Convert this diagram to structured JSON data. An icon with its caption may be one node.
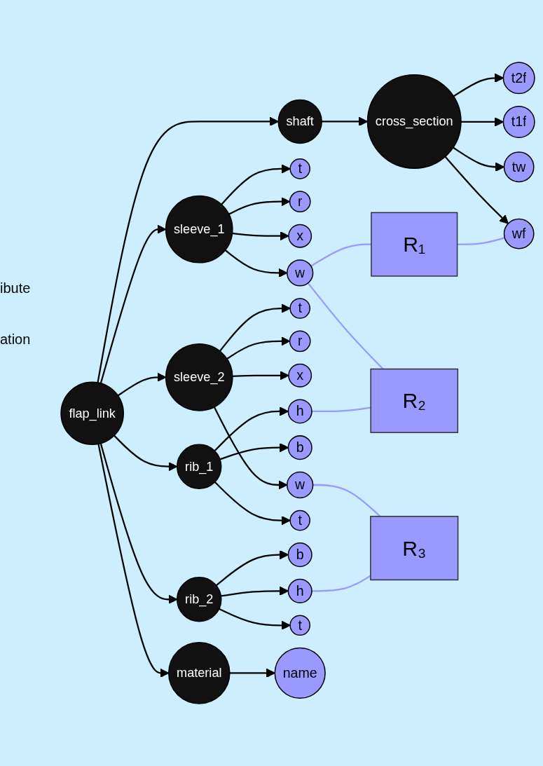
{
  "diagram": {
    "nodes": [
      {
        "text": [
          "flap_link"
        ]
      },
      {
        "text": [
          "sleeve_1"
        ]
      },
      {
        "text": [
          "w"
        ]
      },
      {
        "text": [
          "t"
        ]
      },
      {
        "text": [
          "r"
        ]
      },
      {
        "text": [
          "x"
        ]
      },
      {
        "text": [
          "sleeve_2"
        ]
      },
      {
        "text": [
          "w"
        ]
      },
      {
        "text": [
          "t"
        ]
      },
      {
        "text": [
          "r"
        ]
      },
      {
        "text": [
          "x"
        ]
      },
      {
        "text": [
          "shaft"
        ]
      },
      {
        "text": [
          "cross_section"
        ]
      },
      {
        "text": [
          "wf"
        ]
      },
      {
        "text": [
          "tw"
        ]
      },
      {
        "text": [
          "t1f"
        ]
      },
      {
        "text": [
          "t2f"
        ]
      },
      {
        "text": [
          "rib_1"
        ]
      },
      {
        "text": [
          "b"
        ]
      },
      {
        "text": [
          "h"
        ]
      },
      {
        "text": [
          "t"
        ]
      },
      {
        "text": [
          "rib_2"
        ]
      },
      {
        "text": [
          "b"
        ]
      },
      {
        "text": [
          "h"
        ]
      },
      {
        "text": [
          "t"
        ]
      },
      {
        "text": [
          "material"
        ]
      },
      {
        "text": [
          "name"
        ]
      },
      {
        "text": [
          "R₁"
        ]
      },
      {
        "text": [
          "R₂"
        ]
      },
      {
        "text": [
          "R₃"
        ]
      }
    ],
    "edges": [
      {
        "from": 0,
        "to": 1,
        "arrow": "to"
      },
      {
        "from": 0,
        "to": 6,
        "arrow": "to"
      },
      {
        "from": 0,
        "to": 11,
        "arrow": "to"
      },
      {
        "from": 0,
        "to": 17,
        "arrow": "to"
      },
      {
        "from": 0,
        "to": 21,
        "arrow": "to"
      },
      {
        "from": 0,
        "to": 25,
        "arrow": "to"
      },
      {
        "from": 1,
        "to": 2,
        "arrow": "to"
      },
      {
        "from": 1,
        "to": 3,
        "arrow": "to"
      },
      {
        "from": 1,
        "to": 4,
        "arrow": "to"
      },
      {
        "from": 1,
        "to": 5,
        "arrow": "to"
      },
      {
        "from": 6,
        "to": 7,
        "arrow": "to"
      },
      {
        "from": 6,
        "to": 8,
        "arrow": "to"
      },
      {
        "from": 6,
        "to": 9,
        "arrow": "to"
      },
      {
        "from": 6,
        "to": 10,
        "arrow": "to"
      },
      {
        "from": 11,
        "to": 12,
        "arrow": "to"
      },
      {
        "from": 12,
        "to": 13,
        "arrow": "to"
      },
      {
        "from": 12,
        "to": 14,
        "arrow": "to"
      },
      {
        "from": 12,
        "to": 15,
        "arrow": "to"
      },
      {
        "from": 12,
        "to": 16,
        "arrow": "to"
      },
      {
        "from": 17,
        "to": 18,
        "arrow": "to"
      },
      {
        "from": 17,
        "to": 19,
        "arrow": "to"
      },
      {
        "from": 17,
        "to": 20,
        "arrow": "to"
      },
      {
        "from": 21,
        "to": 22,
        "arrow": "to"
      },
      {
        "from": 21,
        "to": 23,
        "arrow": "to"
      },
      {
        "from": 21,
        "to": 24,
        "arrow": "to"
      },
      {
        "from": 25,
        "to": 26,
        "arrow": "to"
      },
      {
        "from": 2,
        "to": 27,
        "arrow": "none",
        "color": "#9999ff"
      },
      {
        "from": 27,
        "to": 13,
        "arrow": "none",
        "color": "#9999ff"
      },
      {
        "from": 2,
        "to": 28,
        "arrow": "none",
        "color": "#9999ff"
      },
      {
        "from": 19,
        "to": 28,
        "arrow": "none",
        "color": "#9999ff"
      },
      {
        "from": 7,
        "to": 29,
        "arrow": "none",
        "color": "#9999ff"
      },
      {
        "from": 23,
        "to": 29,
        "arrow": "none",
        "color": "#9999ff"
      }
    ],
    "labels": [
      "ibute",
      "ation"
    ]
  }
}
